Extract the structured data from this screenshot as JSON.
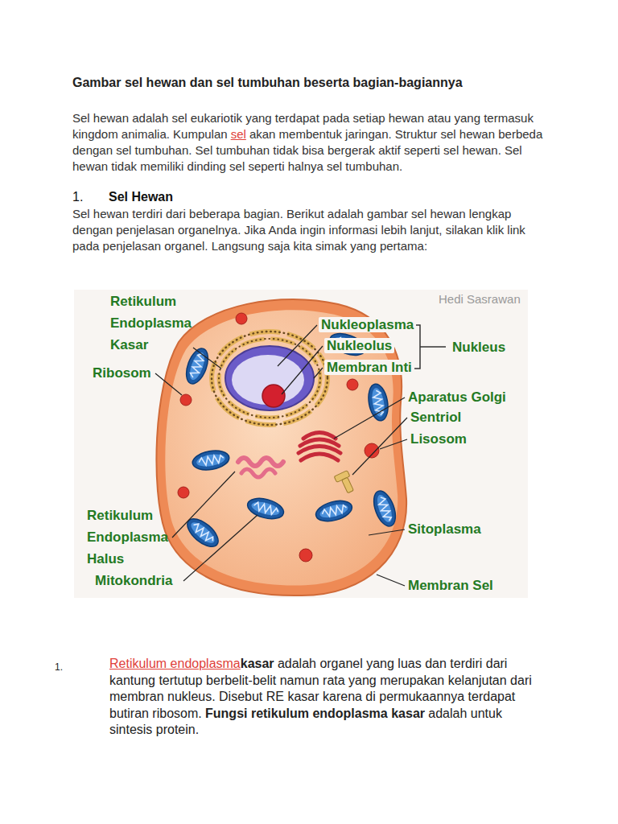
{
  "diagram": {
    "title": "Gambar sel hewan dan sel tumbuhan beserta bagian-bagiannya",
    "labels": [
      "Sel hewan adalah sel eukariotik yang terdapat pada setiap hewan atau yang termasuk kingdom animalia. Kumpulan",
      "sel",
      "akan membentuk jaringan. Struktur sel hewan berbeda dengan sel tumbuhan. Sel tumbuhan tidak bisa bergerak aktif seperti sel hewan. Sel hewan tidak memiliki dinding sel seperti halnya sel tumbuhan.",
      "1.",
      "Sel Hewan",
      "Sel hewan terdiri dari beberapa bagian. Berikut adalah gambar sel hewan lengkap dengan penjelasan organelnya. Jika Anda ingin informasi lebih lanjut, silakan klik link pada penjelasan organel. Langsung saja kita simak yang pertama:",
      "Retikulum Endoplasma Kasar",
      "Ribosom",
      "Retikulum Endoplasma Halus",
      "Mitokondria",
      "Nukleoplasma",
      "Nukleolus",
      "Membran Inti",
      "Nukleus",
      "Aparatus Golgi",
      "Sentriol",
      "Lisosom",
      "Sitoplasma",
      "Membran Sel",
      "Hedi Sasrawan",
      "1.",
      "Retikulum endoplasma",
      "kasar",
      "adalah organel yang luas dan terdiri dari kantung tertutup berbelit-belit namun rata yang merupakan kelanjutan dari membran nukleus. Disebut RE kasar karena di permukaannya terdapat butiran ribosom.",
      "Fungsi retikulum endoplasma kasar",
      "adalah untuk sintesis protein."
    ]
  }
}
